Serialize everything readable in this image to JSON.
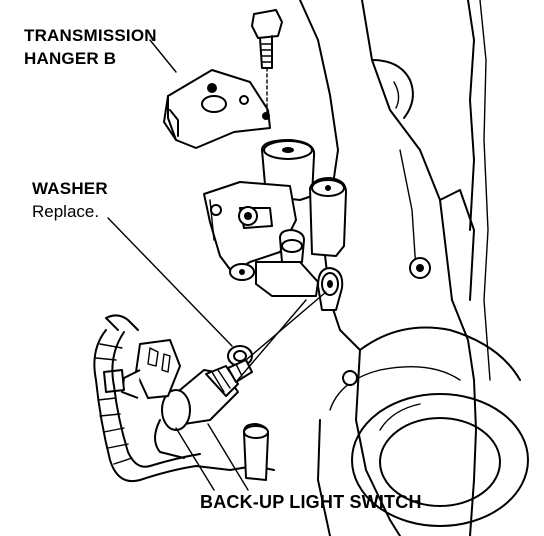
{
  "labels": {
    "hanger_line1": "TRANSMISSION",
    "hanger_line2": "HANGER B",
    "washer": "WASHER",
    "washer_note": "Replace.",
    "switch": "BACK-UP LIGHT SWITCH"
  },
  "colors": {
    "ink": "#000000",
    "paper": "#ffffff"
  }
}
